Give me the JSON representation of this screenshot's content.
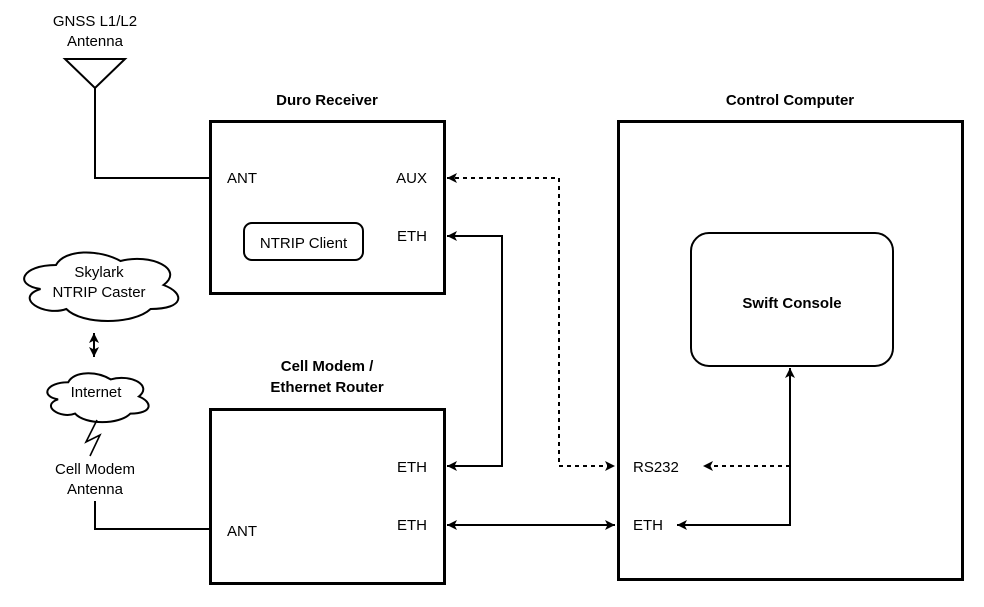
{
  "colors": {
    "stroke": "#000000",
    "text": "#000000",
    "background": "#ffffff"
  },
  "gnss_antenna": {
    "line1": "GNSS L1/L2",
    "line2": "Antenna"
  },
  "skylark_cloud": {
    "line1": "Skylark",
    "line2": "NTRIP Caster"
  },
  "internet_cloud": {
    "label": "Internet"
  },
  "cell_antenna": {
    "line1": "Cell Modem",
    "line2": "Antenna"
  },
  "duro_receiver": {
    "title": "Duro Receiver",
    "port_ant": "ANT",
    "port_aux": "AUX",
    "port_eth": "ETH",
    "ntrip_client": "NTRIP Client"
  },
  "cell_modem": {
    "title_line1": "Cell Modem /",
    "title_line2": "Ethernet Router",
    "port_eth_upper": "ETH",
    "port_eth_lower": "ETH",
    "port_ant": "ANT"
  },
  "control_computer": {
    "title": "Control Computer",
    "swift_console": "Swift Console",
    "port_rs232": "RS232",
    "port_eth": "ETH"
  }
}
